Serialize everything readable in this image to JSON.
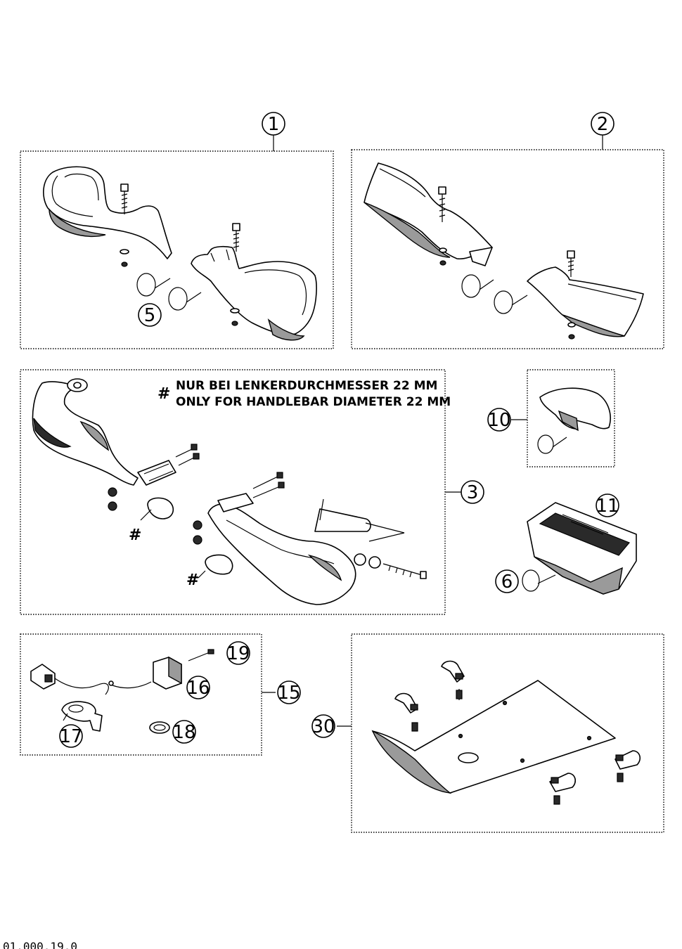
{
  "callouts": {
    "c1": "1",
    "c2": "2",
    "c3": "3",
    "c5": "5",
    "c6": "6",
    "c10": "10",
    "c11": "11",
    "c15": "15",
    "c16": "16",
    "c17": "17",
    "c18": "18",
    "c19": "19",
    "c30": "30"
  },
  "note": {
    "symbol": "#",
    "line_de": "NUR BEI LENKERDURCHMESSER 22 MM",
    "line_en": "ONLY FOR HANDLEBAR DIAMETER 22 MM"
  },
  "hash_mark": "#",
  "footer": {
    "code": "01.000.19.0"
  }
}
